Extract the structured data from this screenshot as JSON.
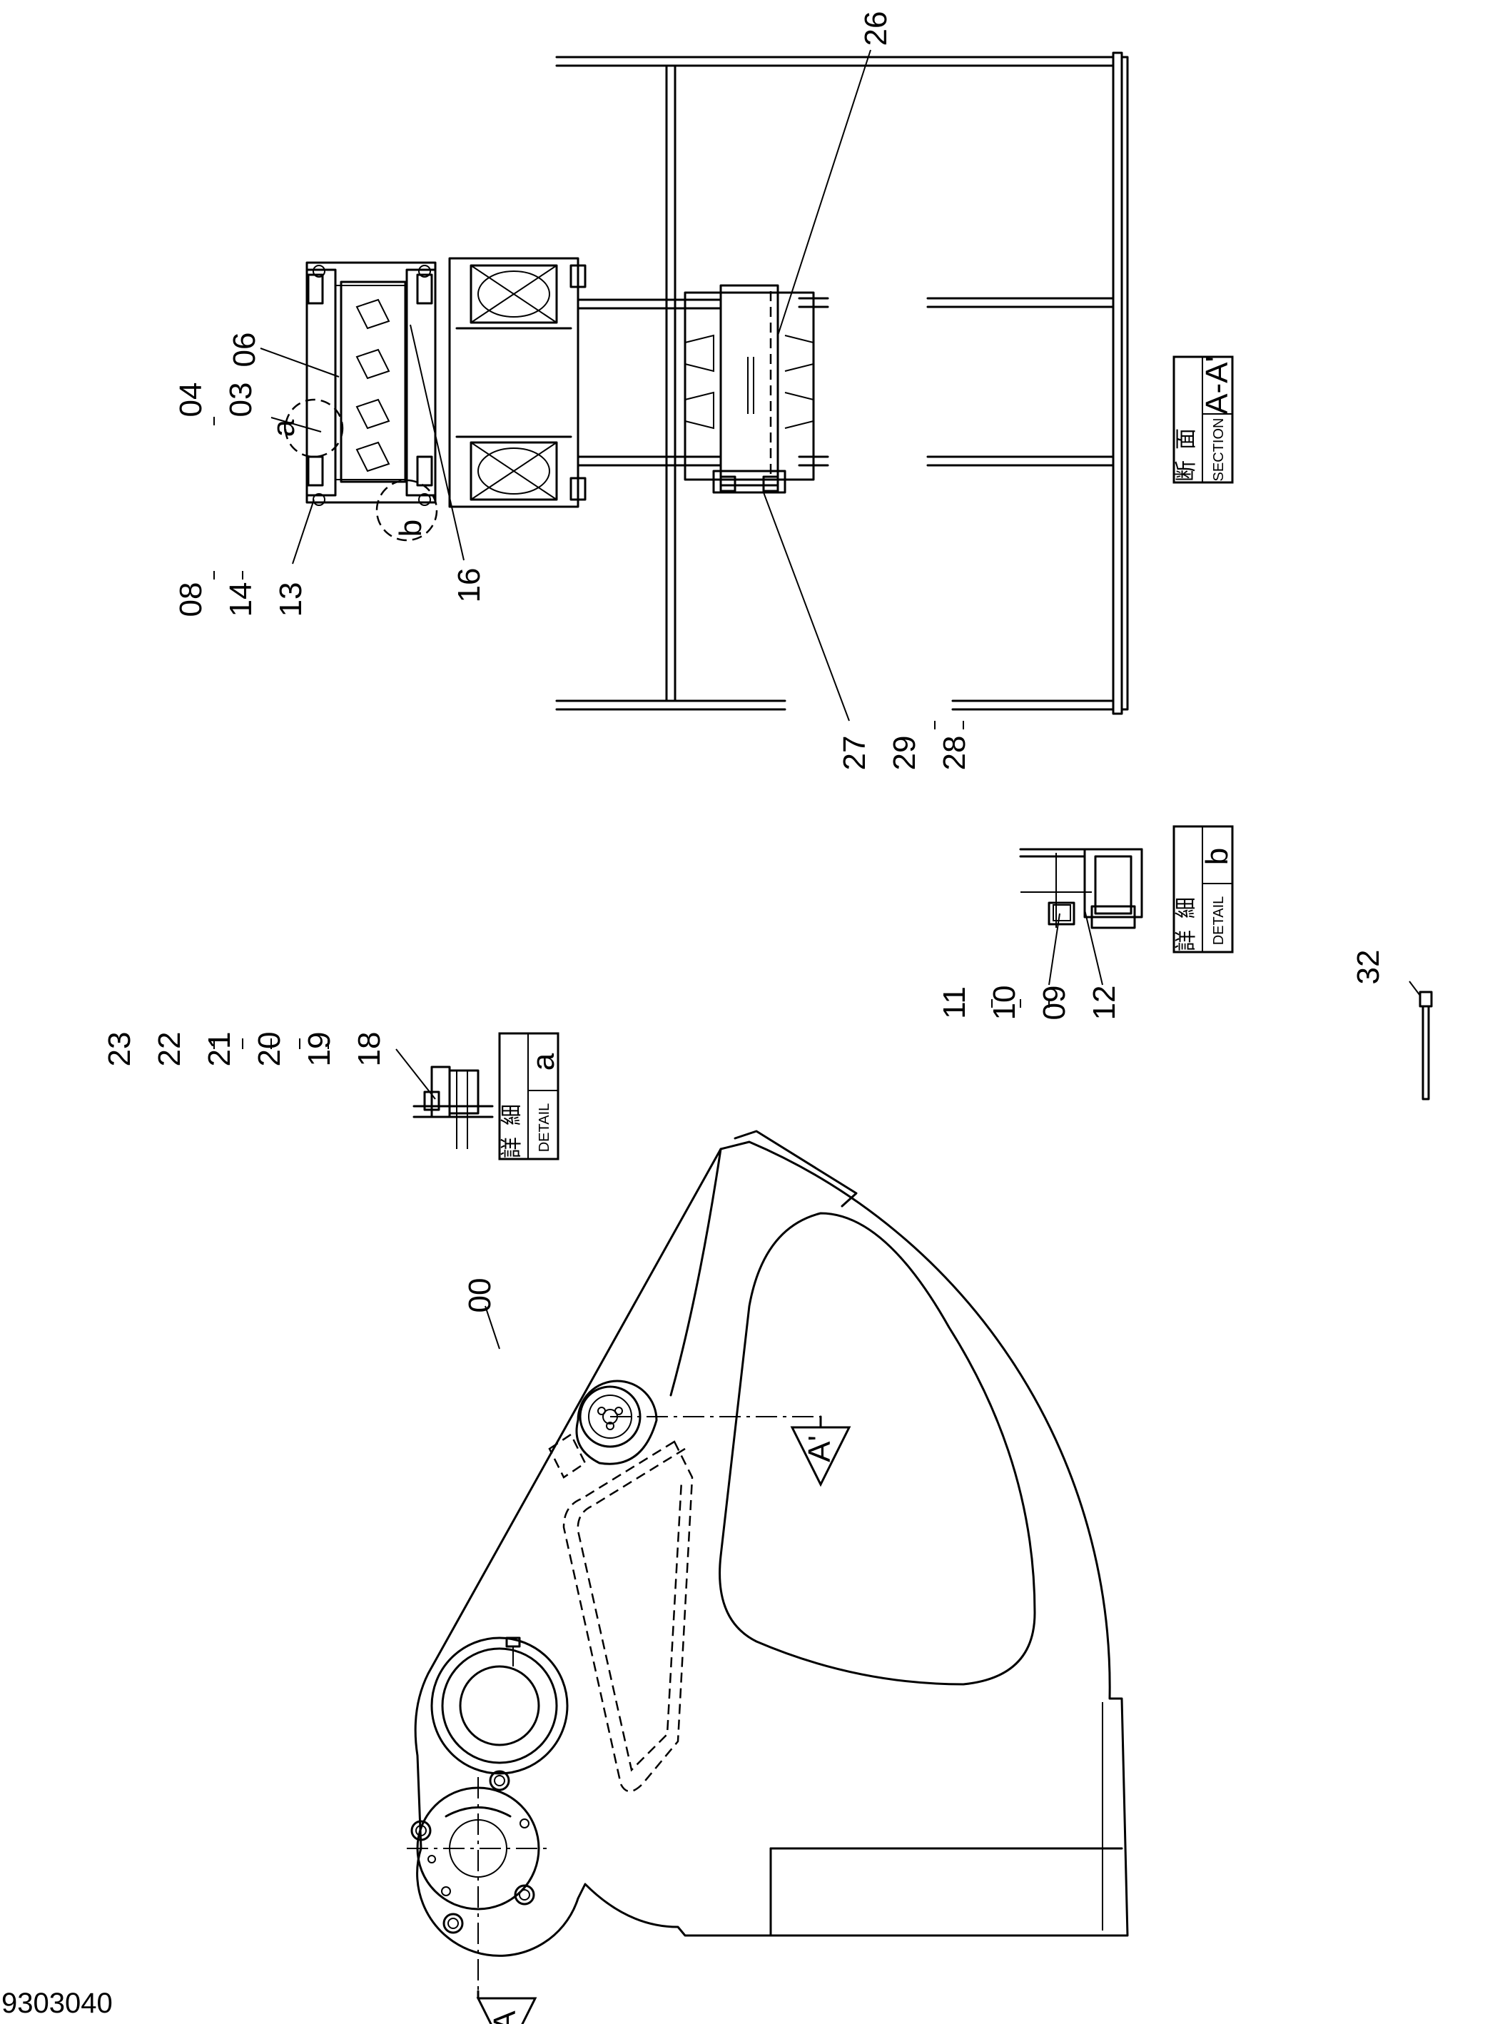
{
  "drawing_number": "9303040",
  "section_box": {
    "jp_chars": [
      "断",
      "面"
    ],
    "sub": "SECTION",
    "id": "A-A'"
  },
  "detail_a_box": {
    "jp_chars": [
      "詳",
      "細"
    ],
    "sub": "DETAIL",
    "id": "a"
  },
  "detail_b_box": {
    "jp_chars": [
      "詳",
      "細"
    ],
    "sub": "DETAIL",
    "id": "b"
  },
  "section_markers": {
    "bottom": "A",
    "mid": "A'"
  },
  "circle_labels": {
    "a": "a",
    "b": "b"
  },
  "callouts": {
    "c00": "00",
    "c03": "03",
    "c04": "04",
    "c06": "06",
    "c08": "08",
    "c09": "09",
    "c10": "10",
    "c11": "11",
    "c12": "12",
    "c13": "13",
    "c14": "14",
    "c16": "16",
    "c18": "18",
    "c19": "19",
    "c20": "20",
    "c21": "21",
    "c22": "22",
    "c23": "23",
    "c26": "26",
    "c27": "27",
    "c28": "28",
    "c29": "29",
    "c32": "32"
  }
}
